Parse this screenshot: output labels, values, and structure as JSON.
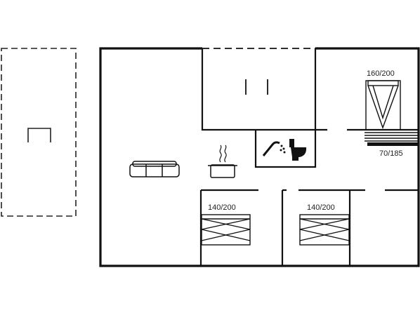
{
  "floorplan": {
    "beds": {
      "top_right": "160/200",
      "bunk": "70/185",
      "bottom_left": "140/200",
      "bottom_right": "140/200"
    },
    "icons": [
      "car-shelter-icon",
      "sofa-icon",
      "stove-pot-icon",
      "shower-icon",
      "toilet-icon",
      "wardrobe-icon"
    ]
  }
}
